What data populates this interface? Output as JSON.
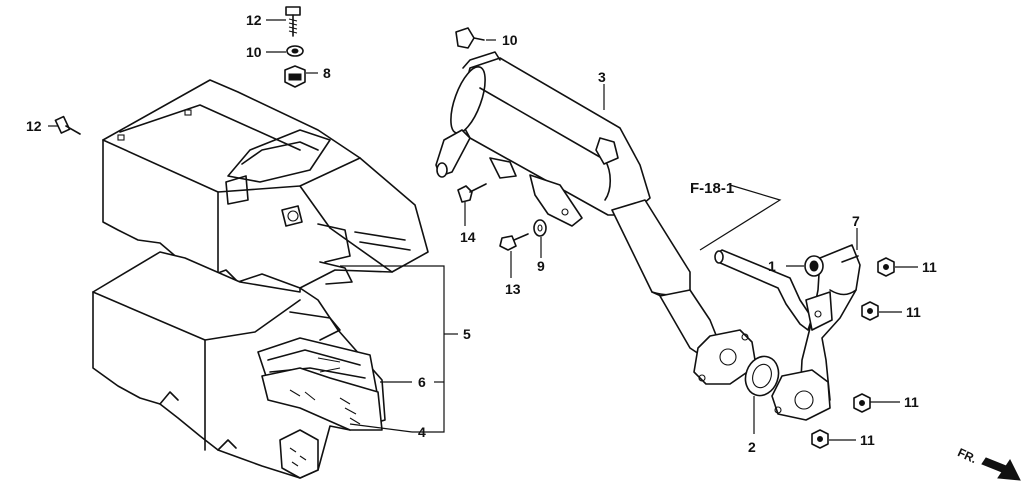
{
  "callouts": {
    "c1": "1",
    "c2": "2",
    "c3": "3",
    "c4": "4",
    "c5": "5",
    "c6": "6",
    "c7": "7",
    "c8": "8",
    "c9": "9",
    "c10a": "10",
    "c10b": "10",
    "c11a": "11",
    "c11b": "11",
    "c11c": "11",
    "c11d": "11",
    "c12a": "12",
    "c12b": "12",
    "c13": "13",
    "c14": "14"
  },
  "reference": "F-18-1",
  "front_marker": "FR."
}
